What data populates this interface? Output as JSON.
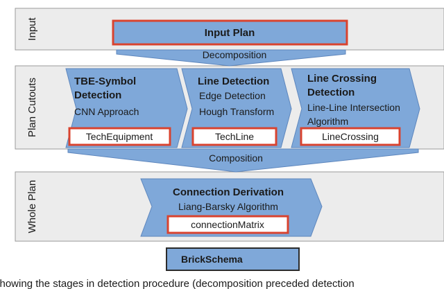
{
  "rows": {
    "input": "Input",
    "cutouts": "Plan Cutouts",
    "whole": "Whole Plan"
  },
  "input_plan": "Input Plan",
  "decomposition": "Decomposition",
  "composition": "Composition",
  "modules": {
    "tbe": {
      "title_line1": "TBE-Symbol",
      "title_line2": "Detection",
      "method": "CNN Approach",
      "output": "TechEquipment"
    },
    "line": {
      "title": "Line Detection",
      "method_line1": "Edge Detection",
      "method_line2": "Hough Transform",
      "output": "TechLine"
    },
    "crossing": {
      "title_line1": "Line Crossing",
      "title_line2": "Detection",
      "method_line1": "Line-Line Intersection",
      "method_line2": "Algorithm",
      "output": "LineCrossing"
    },
    "connection": {
      "title": "Connection Derivation",
      "method": "Liang-Barsky Algorithm",
      "output": "connectionMatrix"
    }
  },
  "brick_schema": "BrickSchema",
  "caption_fragment": "showing the stages in detection procedure (decomposition preceded detection",
  "colors": {
    "band_fill": "#ececec",
    "band_stroke": "#9a9a9a",
    "blue": "#7fa8d9",
    "blue_stroke": "#5d86bd",
    "red": "#d9432f"
  }
}
